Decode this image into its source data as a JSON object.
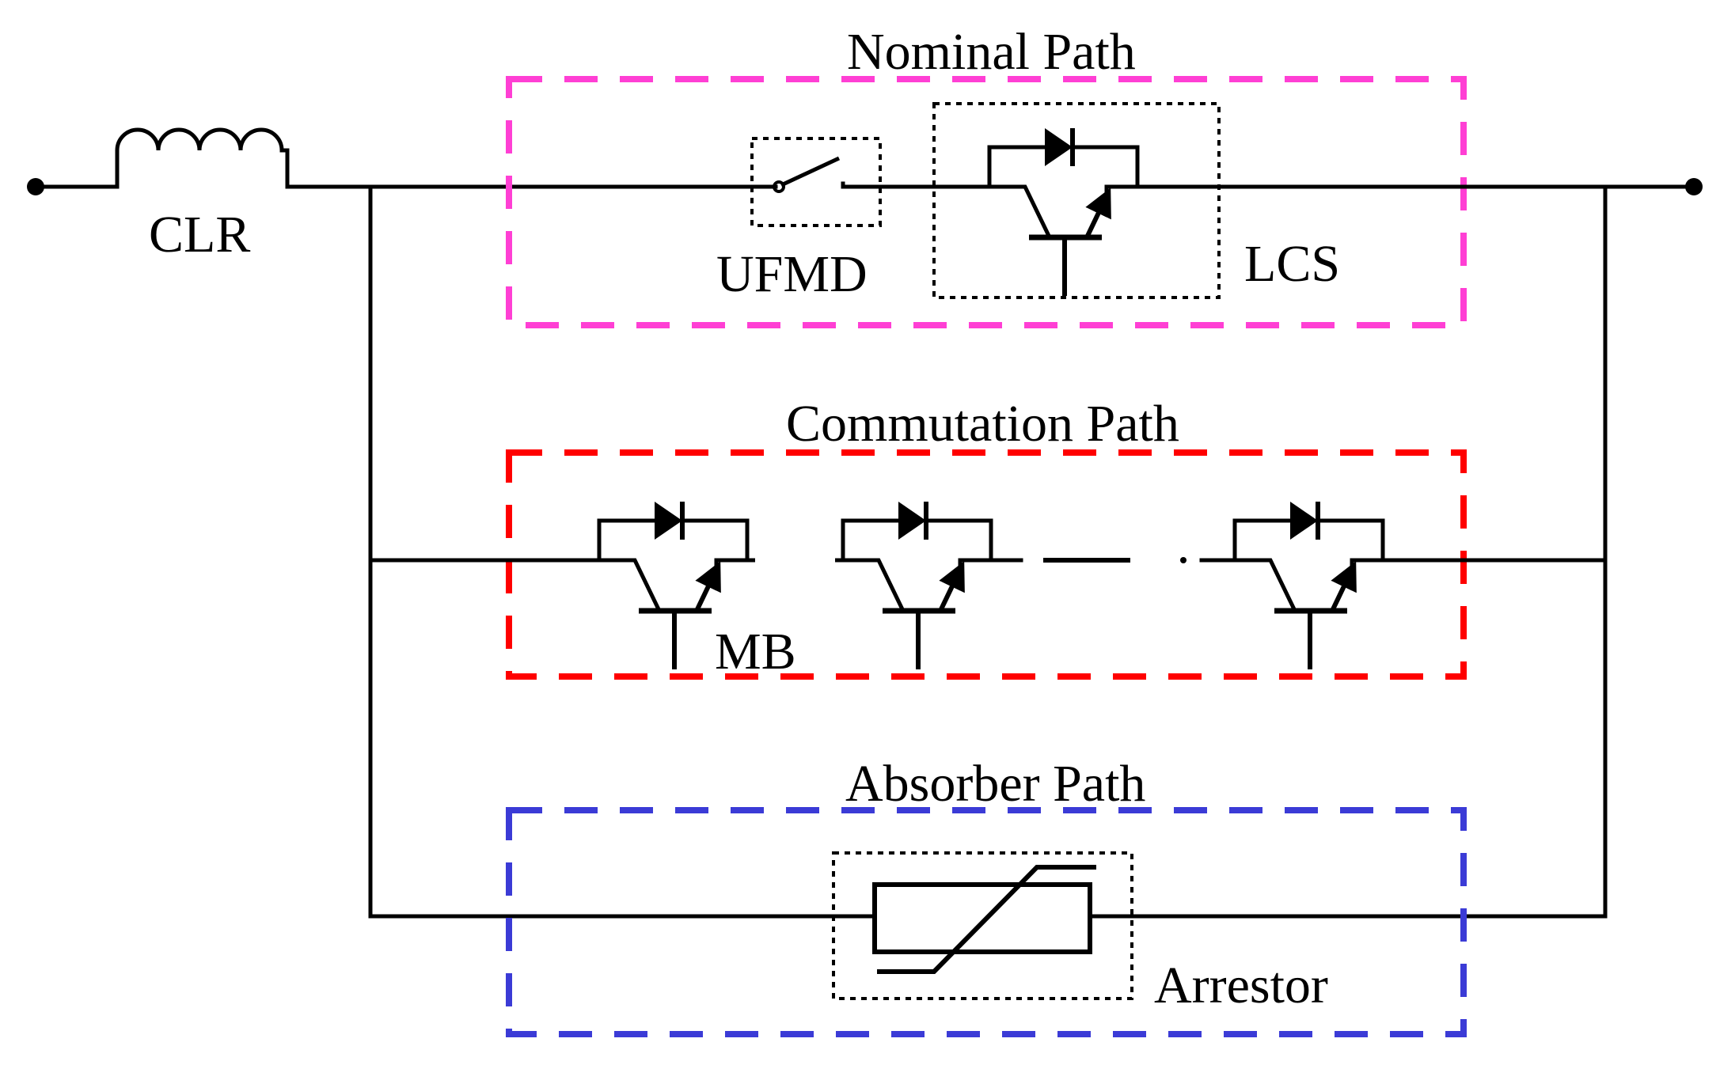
{
  "labels": {
    "clr": "CLR",
    "nominal_path": "Nominal Path",
    "ufmd": "UFMD",
    "lcs": "LCS",
    "commutation_path": "Commutation Path",
    "mb": "MB",
    "absorber_path": "Absorber Path",
    "arrestor": "Arrestor"
  },
  "colors": {
    "nominal_box": "#ff3fd4",
    "commutation_box": "#ff0000",
    "absorber_box": "#3b3bd6",
    "wire": "#000000"
  }
}
